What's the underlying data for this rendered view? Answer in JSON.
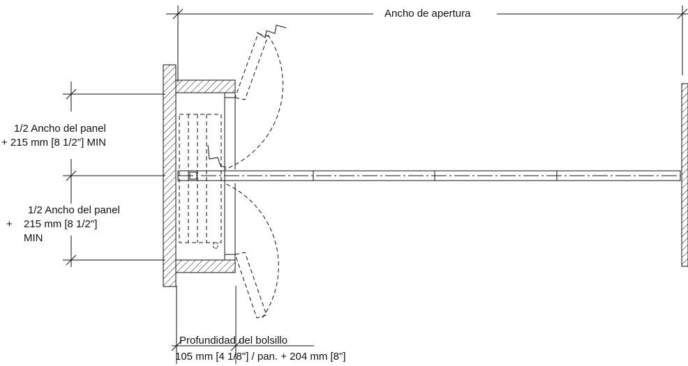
{
  "labels": {
    "opening_width": "Ancho de apertura",
    "upper_dim_line1": "1/2 Ancho del panel",
    "upper_dim_line2": "+ 215 mm [8 1/2\"] MIN",
    "lower_dim_line1": "1/2 Ancho del panel",
    "lower_dim_line2_sign": "+",
    "lower_dim_line2": "215 mm [8 1/2\"]",
    "lower_dim_line3": "MIN",
    "pocket_depth_line1": "Profundidad del bolsillo",
    "pocket_depth_line2": "105 mm [4 1/8\"] / pan. + 204 mm [8\"]"
  },
  "colors": {
    "line": "#111111",
    "background": "#ffffff"
  }
}
